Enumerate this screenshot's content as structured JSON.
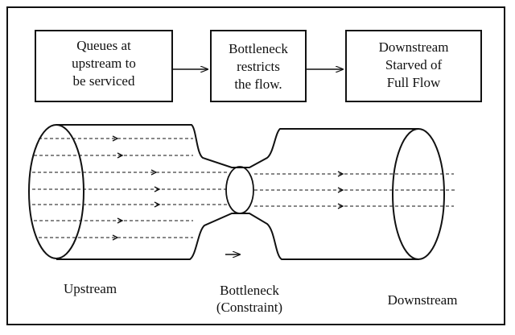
{
  "boxes": {
    "upstream": [
      "Queues at",
      "upstream to",
      "be serviced"
    ],
    "bottleneck": [
      "Bottleneck",
      "restricts",
      "the flow."
    ],
    "downstream": [
      "Downstream",
      "Starved of",
      "Full Flow"
    ]
  },
  "labels": {
    "upstream": "Upstream",
    "bottleneck": [
      "Bottleneck",
      "(Constraint)"
    ],
    "downstream": "Downstream"
  }
}
